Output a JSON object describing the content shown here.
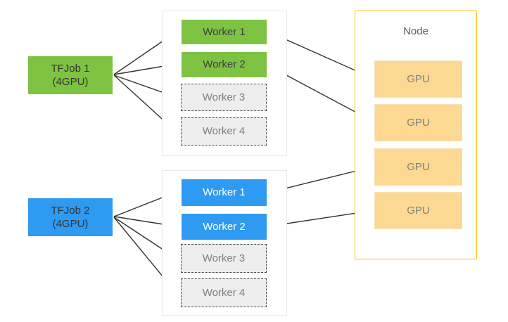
{
  "jobs": [
    {
      "name": "TFJob 1",
      "capacity": "(4GPU)",
      "color": "#7ec242"
    },
    {
      "name": "TFJob 2",
      "capacity": "(4GPU)",
      "color": "#2e9af2"
    }
  ],
  "worker_groups": [
    {
      "job": "TFJob 1",
      "workers": [
        {
          "label": "Worker 1",
          "status": "scheduled"
        },
        {
          "label": "Worker 2",
          "status": "scheduled"
        },
        {
          "label": "Worker 3",
          "status": "pending"
        },
        {
          "label": "Worker 4",
          "status": "pending"
        }
      ]
    },
    {
      "job": "TFJob 2",
      "workers": [
        {
          "label": "Worker 1",
          "status": "scheduled"
        },
        {
          "label": "Worker 2",
          "status": "scheduled"
        },
        {
          "label": "Worker 3",
          "status": "pending"
        },
        {
          "label": "Worker 4",
          "status": "pending"
        }
      ]
    }
  ],
  "node": {
    "label": "Node",
    "gpus": [
      {
        "label": "GPU"
      },
      {
        "label": "GPU"
      },
      {
        "label": "GPU"
      },
      {
        "label": "GPU"
      }
    ]
  },
  "connections": [
    {
      "from": "TFJob 1",
      "to": "group1 Worker 1"
    },
    {
      "from": "TFJob 1",
      "to": "group1 Worker 2"
    },
    {
      "from": "TFJob 1",
      "to": "group1 Worker 3"
    },
    {
      "from": "TFJob 1",
      "to": "group1 Worker 4"
    },
    {
      "from": "TFJob 2",
      "to": "group2 Worker 1"
    },
    {
      "from": "TFJob 2",
      "to": "group2 Worker 2"
    },
    {
      "from": "TFJob 2",
      "to": "group2 Worker 3"
    },
    {
      "from": "TFJob 2",
      "to": "group2 Worker 4"
    },
    {
      "from": "group1 Worker 1",
      "to": "GPU 1"
    },
    {
      "from": "group1 Worker 2",
      "to": "GPU 2"
    },
    {
      "from": "group2 Worker 1",
      "to": "GPU 3"
    },
    {
      "from": "group2 Worker 2",
      "to": "GPU 4"
    }
  ],
  "colors": {
    "job_green": "#7ec242",
    "job_blue": "#2e9af2",
    "pending_fill": "#ededed",
    "pending_border": "#4d4d4d",
    "gpu_fill": "#fcd893",
    "node_border": "#ffc000",
    "group_border": "#e9e9e9",
    "arrow": "#333333",
    "text_dark": "#404040",
    "text_gray": "#7f7f7f"
  }
}
